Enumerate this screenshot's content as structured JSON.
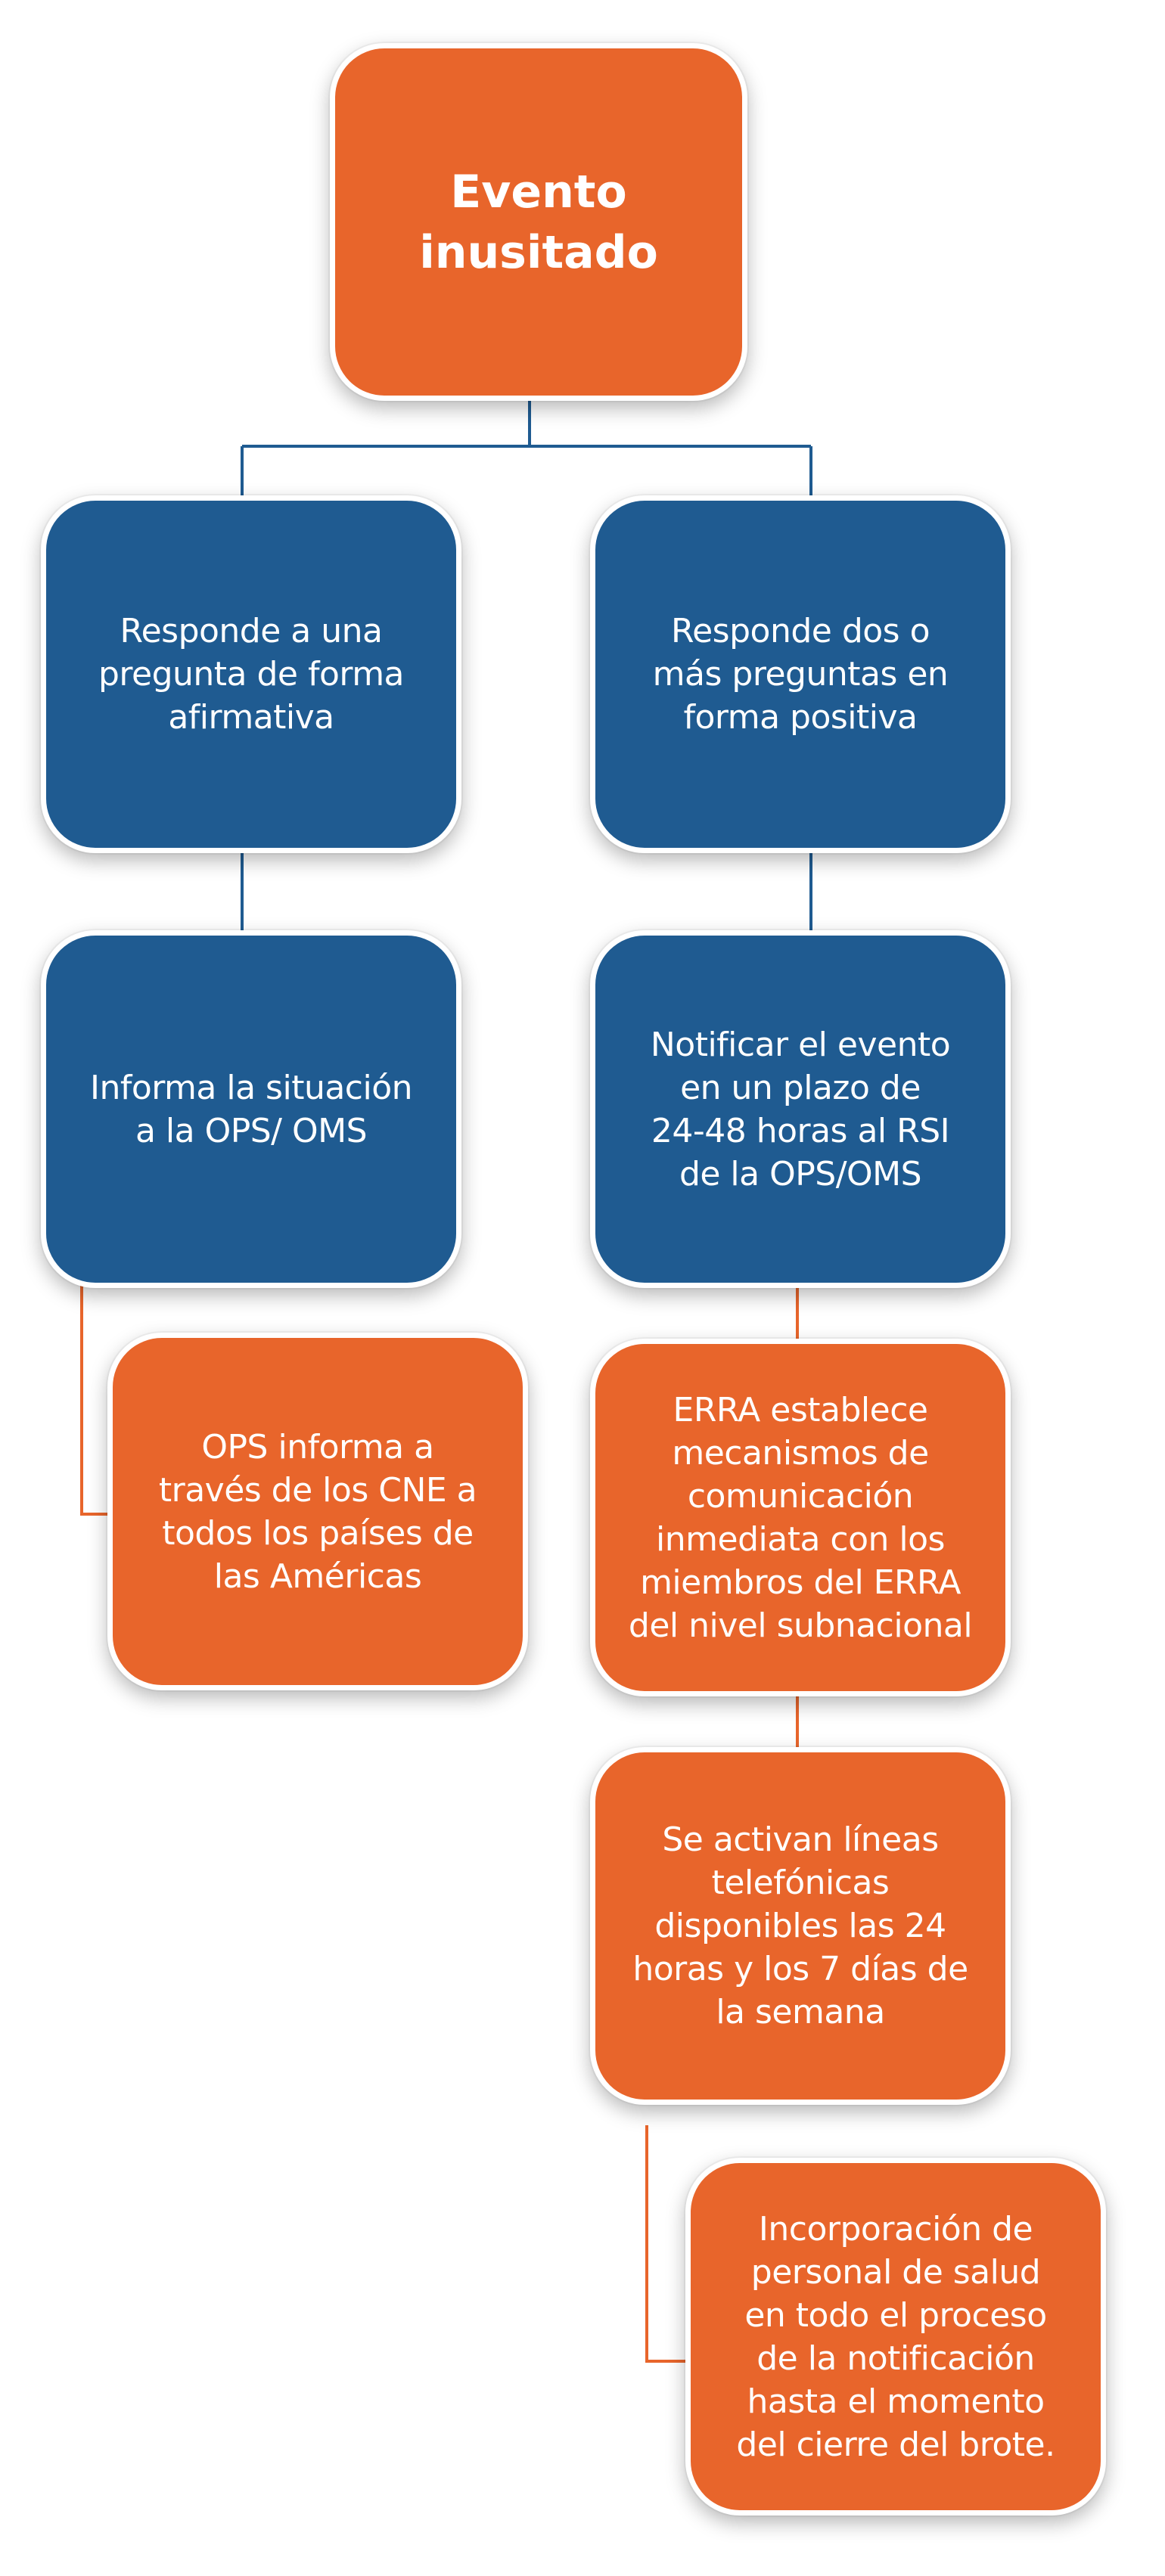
{
  "diagram": {
    "root": {
      "label": "Evento\ninusitado"
    },
    "left_branch": {
      "condition": "Responde a una\npregunta de forma\nafirmativa",
      "action": "Informa la situación\na la OPS/ OMS",
      "result": "OPS informa a\ntravés de los CNE a\ntodos los países de\nlas Américas"
    },
    "right_branch": {
      "condition": "Responde dos o\nmás preguntas en\nforma positiva",
      "action": "Notificar el evento\nen un plazo de\n24-48 horas al RSI\nde la OPS/OMS",
      "step1": "ERRA establece\nmecanismos de\ncomunicación\ninmediata con los\nmiembros del ERRA\ndel nivel subnacional",
      "step2": "Se activan líneas\ntelefónicas\ndisponibles las 24\nhoras y los 7 días de\nla semana",
      "step3": "Incorporación de\npersonal de salud\nen todo el proceso\nde la notificación\nhasta el momento\ndel cierre del brote."
    },
    "colors": {
      "orange": "#e8652b",
      "blue": "#1f5b91",
      "connector_blue": "#1f5b91",
      "connector_orange": "#e8652b"
    }
  }
}
